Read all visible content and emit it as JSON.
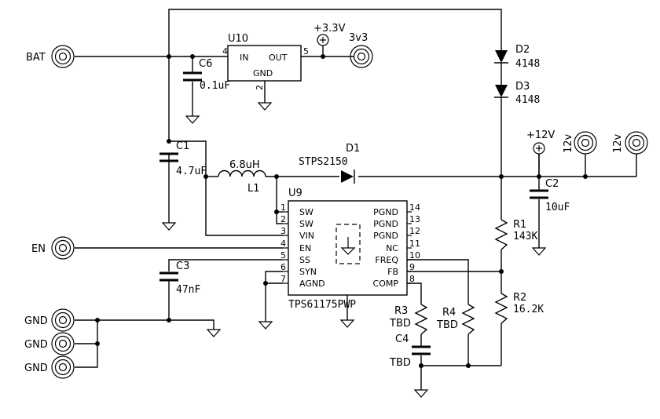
{
  "connectors": {
    "bat": "BAT",
    "en": "EN",
    "gnd": "GND",
    "out_3v3": "3v3",
    "out_12v": "12v"
  },
  "power": {
    "p3v3": "+3.3V",
    "p12v": "+12V"
  },
  "u10": {
    "ref": "U10",
    "in": "IN",
    "out": "OUT",
    "gnd": "GND",
    "pin_in": "4",
    "pin_out": "5",
    "pin_gnd": "2"
  },
  "u9": {
    "ref": "U9",
    "part": "TPS61175PWP",
    "left_pins": [
      {
        "num": "1",
        "name": "SW"
      },
      {
        "num": "2",
        "name": "SW"
      },
      {
        "num": "3",
        "name": "VIN"
      },
      {
        "num": "4",
        "name": "EN"
      },
      {
        "num": "5",
        "name": "SS"
      },
      {
        "num": "6",
        "name": "SYN"
      },
      {
        "num": "7",
        "name": "AGND"
      }
    ],
    "right_pins": [
      {
        "num": "14",
        "name": "PGND"
      },
      {
        "num": "13",
        "name": "PGND"
      },
      {
        "num": "12",
        "name": "PGND"
      },
      {
        "num": "11",
        "name": "NC"
      },
      {
        "num": "10",
        "name": "FREQ"
      },
      {
        "num": "9",
        "name": "FB"
      },
      {
        "num": "8",
        "name": "COMP"
      }
    ]
  },
  "parts": {
    "c6": {
      "ref": "C6",
      "value": "0.1uF"
    },
    "c1": {
      "ref": "C1",
      "value": "4.7uF"
    },
    "c3": {
      "ref": "C3",
      "value": "47nF"
    },
    "c2": {
      "ref": "C2",
      "value": "10uF"
    },
    "c4": {
      "ref": "C4",
      "value": "TBD"
    },
    "l1": {
      "ref": "L1",
      "value": "6.8uH"
    },
    "d1": {
      "ref": "D1",
      "value": "STPS2150"
    },
    "d2": {
      "ref": "D2",
      "value": "4148"
    },
    "d3": {
      "ref": "D3",
      "value": "4148"
    },
    "r1": {
      "ref": "R1",
      "value": "143K"
    },
    "r2": {
      "ref": "R2",
      "value": "16.2K"
    },
    "r3": {
      "ref": "R3",
      "value": "TBD"
    },
    "r4": {
      "ref": "R4",
      "value": "TBD"
    }
  }
}
